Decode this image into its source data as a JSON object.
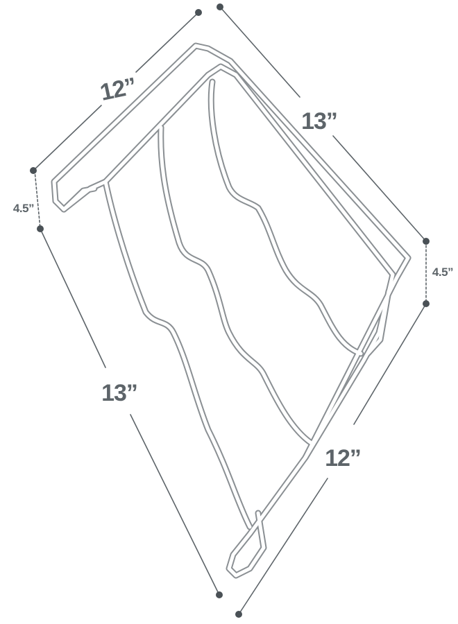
{
  "colors": {
    "dimension": "#5d6469",
    "dimension_dot": "#4a5156",
    "wire_fill": "#ffffff",
    "wire_outline": "#8a8f93"
  },
  "dimensions": {
    "top_left_width": "12”",
    "top_right_depth": "13”",
    "left_height": "4.5”",
    "right_height": "4.5”",
    "bottom_left_depth": "13”",
    "bottom_right_width": "12”"
  }
}
